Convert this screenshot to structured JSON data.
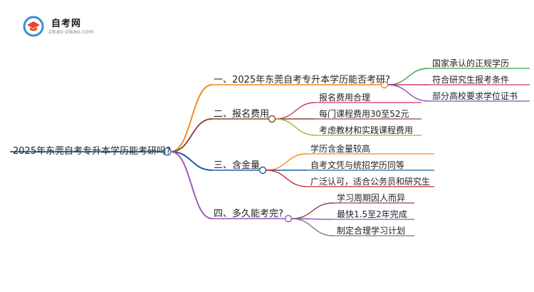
{
  "brand": {
    "name": "自考网",
    "domain": "zikao-zikao.com"
  },
  "root": {
    "label": "2025年东莞自考专升本学历能考研吗?",
    "color": "#2f7fb8"
  },
  "branches": [
    {
      "label": "一、2025年东莞自考专升本学历能否考研?",
      "color": "#f08a1c",
      "children": [
        {
          "label": "国家承认的正规学历",
          "color": "#3aa34a"
        },
        {
          "label": "符合研究生报考条件",
          "color": "#d6336c"
        },
        {
          "label": "部分高校要求学位证书",
          "color": "#7b4fb8"
        }
      ]
    },
    {
      "label": "二、报名费用",
      "color": "#8b4a3c",
      "children": [
        {
          "label": "报名费用合理",
          "color": "#d6336c"
        },
        {
          "label": "每门课程费用30至52元",
          "color": "#8b4a3c"
        },
        {
          "label": "考虑教材和实践课程费用",
          "color": "#9cb82a"
        }
      ]
    },
    {
      "label": "三、含金量",
      "color": "#1f5fa0",
      "children": [
        {
          "label": "学历含金量较高",
          "color": "#f08a1c"
        },
        {
          "label": "自考文凭与统招学历同等",
          "color": "#1f5fa0"
        },
        {
          "label": "广泛认可，适合公务员和研究生",
          "color": "#c62828"
        }
      ]
    },
    {
      "label": "四、多久能考完?",
      "color": "#9b59b6",
      "children": [
        {
          "label": "学习周期因人而异",
          "color": "#8b4a3c"
        },
        {
          "label": "最快1.5至2年完成",
          "color": "#9b59b6"
        },
        {
          "label": "制定合理学习计划",
          "color": "#7a7a7a"
        }
      ]
    }
  ]
}
